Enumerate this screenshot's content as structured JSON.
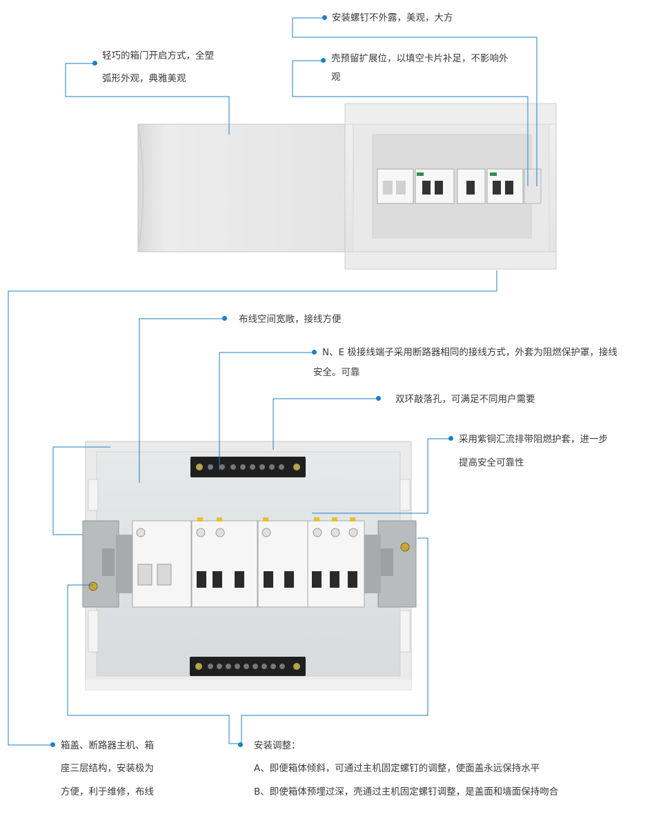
{
  "colors": {
    "leader_line": "#1b7fc6",
    "text": "#3a3a3a",
    "enclosure": "#e8e8e8",
    "breaker": "#f4f4f4",
    "terminal": "#222222"
  },
  "callouts": {
    "screw_hidden": "安装螺钉不外露，美观，大方",
    "door": [
      "轻巧的箱门开启方式，全塑",
      "弧形外观，典雅美观"
    ],
    "expansion": [
      "壳预留扩展位，以填空卡片补足，不影响外",
      "观"
    ],
    "wiring_space": "布线空间宽敞，接线方便",
    "ne_terminal": [
      "N、E 极接线端子采用断路器相同的接线方式，外套为阻燃保护罩，接线",
      "安全。可靠"
    ],
    "knockout": "双环敲落孔，可满足不同用户需要",
    "busbar": [
      "采用紫铜汇流排带阻燃护套，进一步",
      "提高安全可靠性"
    ],
    "three_layer": [
      "箱盖、断路器主机、箱",
      "座三层结构，安装极为",
      "方便，利于维修，布线"
    ],
    "install_adjust": {
      "title": "安装调整：",
      "item_a": "A、即便箱体倾斜，可通过主机固定螺钉的调整，使面盖永远保持水平",
      "item_b": "B、即使箱体预埋过深，壳通过主机固定螺钉调整，是盖面和墙面保持吻合"
    }
  }
}
